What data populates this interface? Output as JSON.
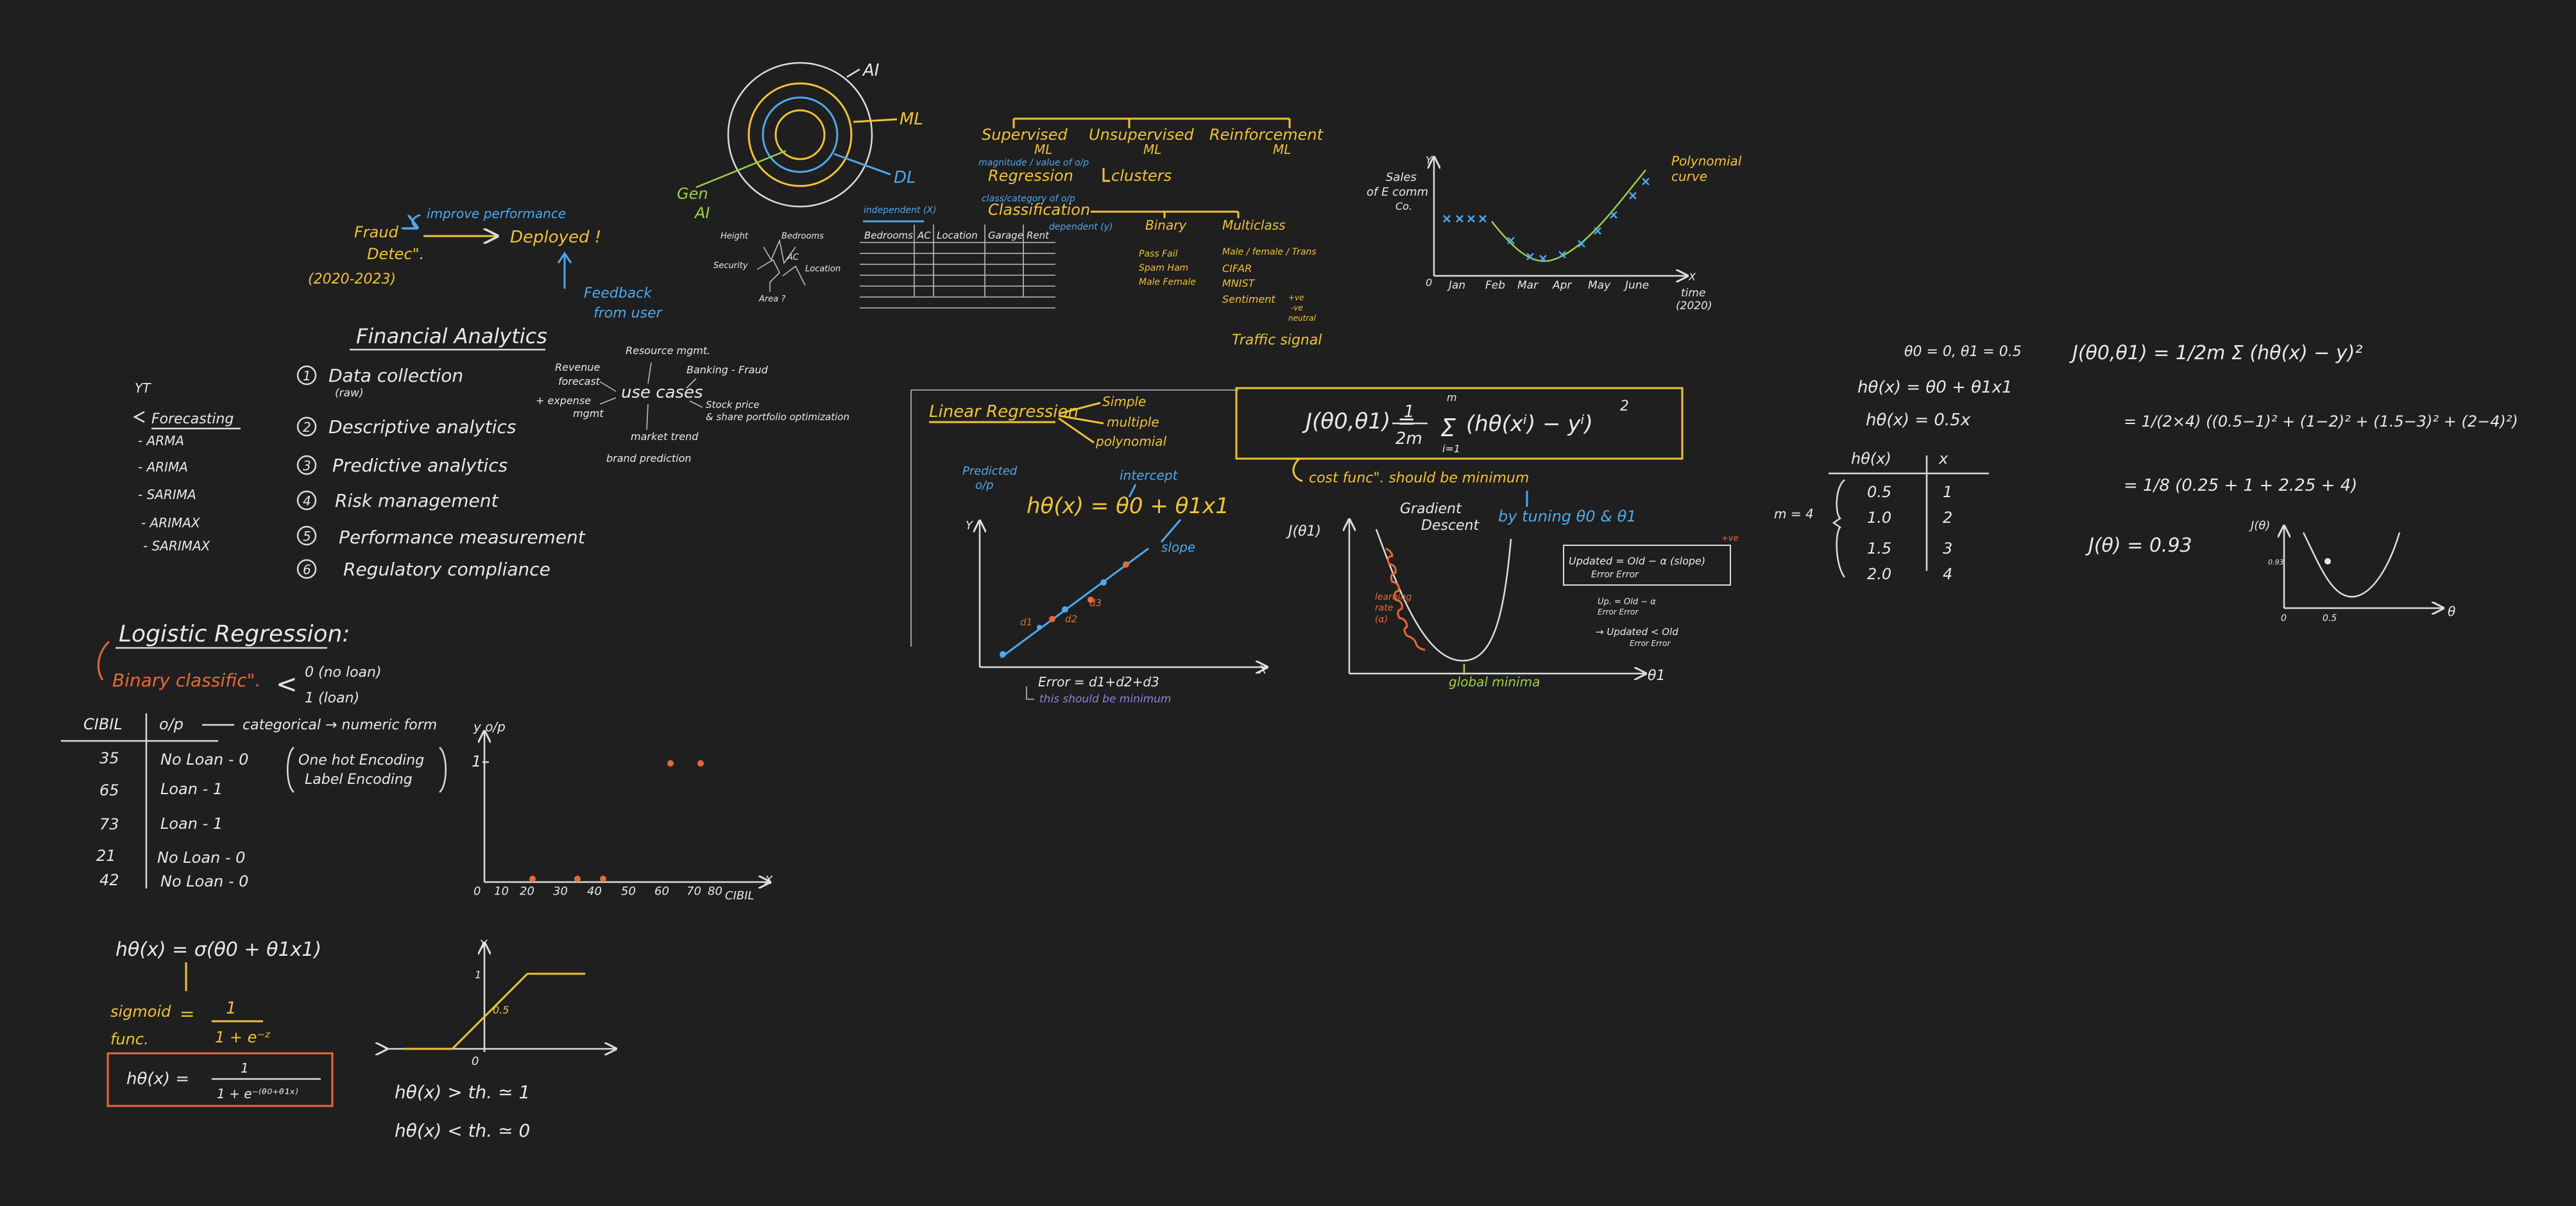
{
  "ai_rings": {
    "ai": "AI",
    "ml": "ML",
    "dl": "DL",
    "gen_ai_1": "Gen",
    "gen_ai_2": "AI",
    "colors": {
      "ai": "#e0e0e0",
      "ml": "#f0c23a",
      "dl": "#4ea8ee",
      "gen": "#9bd14b"
    }
  },
  "ml_types": {
    "supervised": "Supervised",
    "supervised_ml": "ML",
    "unsupervised": "Unsupervised",
    "unsupervised_ml": "ML",
    "reinforcement": "Reinforcement",
    "reinforcement_ml": "ML",
    "regression": "Regression",
    "regression_note1": "magnitude / value of o/p",
    "regression_note2": "class/category of o/p",
    "classification": "Classification",
    "clusters": "clusters",
    "independent": "independent (X)",
    "dependent": "dependent (y)",
    "binary": "Binary",
    "binary_items": [
      "Pass    Fail",
      "Spam    Ham",
      "Male    Female"
    ],
    "multiclass": "Multiclass",
    "multiclass_items": [
      "Male / female / Trans",
      "CIFAR",
      "MNIST",
      "Sentiment"
    ],
    "sentiment_note": [
      "+ve",
      "-ve",
      "neutral"
    ],
    "traffic": "Traffic signal",
    "house": {
      "height": "Height",
      "bedrooms": "Bedrooms",
      "ac": "AC",
      "security": "Security",
      "location": "Location",
      "area": "Area ?"
    },
    "table_headers": [
      "Bedrooms",
      "AC",
      "Location",
      "Garage",
      "Rent"
    ]
  },
  "fraud": {
    "improve": "improve performance",
    "fraud1": "Fraud",
    "fraud2": "Detec\".",
    "deployed": "Deployed !",
    "years": "(2020-2023)",
    "feedback1": "Feedback",
    "feedback2": "from user"
  },
  "ecomm_chart": {
    "ylabel1": "Sales",
    "ylabel2": "of E comm",
    "ylabel3": "Co.",
    "y": "Y",
    "x": "X",
    "months": [
      "Jan",
      "Feb",
      "Mar",
      "Apr",
      "May",
      "June"
    ],
    "origin": "0",
    "time1": "time",
    "time2": "(2020)",
    "poly1": "Polynomial",
    "poly2": "curve"
  },
  "financial": {
    "title": "Financial Analytics",
    "items": [
      {
        "num": "1",
        "text": "Data collection",
        "sub": "(raw)"
      },
      {
        "num": "2",
        "text": "Descriptive analytics",
        "sub": ""
      },
      {
        "num": "3",
        "text": "Predictive analytics",
        "sub": ""
      },
      {
        "num": "4",
        "text": "Risk management",
        "sub": ""
      },
      {
        "num": "5",
        "text": "Performance measurement",
        "sub": ""
      },
      {
        "num": "6",
        "text": "Regulatory compliance",
        "sub": ""
      }
    ],
    "use_cases": "use cases",
    "revenue": "Revenue",
    "forecast": "forecast",
    "expense": "+ expense",
    "mgmt": "mgmt",
    "resource": "Resource mgmt.",
    "banking": "Banking - Fraud",
    "stock1": "Stock price",
    "stock2": "& share portfolio optimization",
    "market": "market trend",
    "brand": "brand prediction"
  },
  "forecasting": {
    "yt": "YT",
    "title": "Forecasting",
    "items": [
      "- ARMA",
      "- ARIMA",
      "- SARIMA",
      "- ARIMAX",
      "- SARIMAX"
    ]
  },
  "linear_reg": {
    "title": "Linear Regression",
    "types": [
      "Simple",
      "multiple",
      "polynomial"
    ],
    "predicted1": "Predicted",
    "predicted2": "o/p",
    "hypothesis": "hθ(x) = θ0 + θ1x1",
    "intercept": "intercept",
    "slope": "slope",
    "y": "Y",
    "x": "X",
    "error_sum": "Error = d1+d2+d3",
    "minimize": "this should be minimum",
    "d_labels": [
      "d1",
      "d2",
      "d3"
    ]
  },
  "cost": {
    "formula_left": "J(θ0,θ1) =",
    "frac_num": "1",
    "frac_den": "2m",
    "sum_top": "m",
    "sum_bot": "i=1",
    "formula_body": "(hθ(xⁱ) − yⁱ)",
    "power": "2",
    "label": "cost func\". should be minimum",
    "tuning": "by tuning θ0 & θ1"
  },
  "gradient": {
    "j": "J(θ1)",
    "title1": "Gradient",
    "title2": "Descent",
    "learning": [
      "learning",
      "rate",
      "(α)"
    ],
    "global_min": "global minima",
    "theta": "θ1",
    "update": "Updated = Old  − α (slope)",
    "update_sub": "Error       Error",
    "ve": "+ve",
    "up_note": "Up. = Old − α",
    "up_sub": "Error Error",
    "less": "→ Updated < Old",
    "less_sub": "Error    Error"
  },
  "example": {
    "given": "θ0 = 0,  θ1 = 0.5",
    "h1": "hθ(x) = θ0 + θ1x1",
    "h2": "hθ(x) = 0.5x",
    "col1": "hθ(x)",
    "col2": "x",
    "m": "m = 4",
    "rows": [
      [
        "0.5",
        "1"
      ],
      [
        "1.0",
        "2"
      ],
      [
        "1.5",
        "3"
      ],
      [
        "2.0",
        "4"
      ]
    ]
  },
  "j_calc": {
    "line1": "J(θ0,θ1) = 1/2m Σ (hθ(x) − y)²",
    "line2": "= 1/(2×4) ((0.5−1)² + (1−2)² + (1.5−3)² + (2−4)²)",
    "line3": "= 1/8 (0.25 + 1 + 2.25 + 4)",
    "result": "J(θ) = 0.93",
    "mini_j": "J(θ)",
    "mini_theta": "θ",
    "mini_x": "0.5",
    "mini_y": "0.93",
    "mini_origin": "0"
  },
  "logistic": {
    "title": "Logistic Regression:",
    "binary": "Binary classific\".",
    "zero": "0 (no loan)",
    "one": "1 (loan)",
    "col1": "CIBIL",
    "col2": "o/p",
    "cat_note": "categorical → numeric form",
    "rows": [
      [
        "35",
        "No Loan - 0"
      ],
      [
        "65",
        "Loan - 1"
      ],
      [
        "73",
        "Loan - 1"
      ],
      [
        "21",
        "No Loan - 0"
      ],
      [
        "42",
        "No Loan - 0"
      ]
    ],
    "enc1": "One hot Encoding",
    "enc2": "Label Encoding"
  },
  "scatter": {
    "ylabel": "y o/p",
    "one": "1",
    "xlabel": "CIBIL",
    "x": "X",
    "ticks": [
      "0",
      "10",
      "20",
      "30",
      "40",
      "50",
      "60",
      "70",
      "80"
    ]
  },
  "sigmoid": {
    "h": "hθ(x) = σ(θ0 + θ1x1)",
    "label1": "sigmoid",
    "label2": "func.",
    "frac_num": "1",
    "frac_den": "1 + e⁻ᶻ",
    "box_left": "hθ(x) =",
    "box_num": "1",
    "box_den": "1 + e⁻⁽ᶿ⁰⁺ᶿ¹ˣ⁾",
    "y": "Y",
    "one": "1",
    "half": "0.5",
    "zero": "0",
    "th1": "hθ(x) > th. ≃ 1",
    "th2": "hθ(x) < th. ≃ 0"
  }
}
